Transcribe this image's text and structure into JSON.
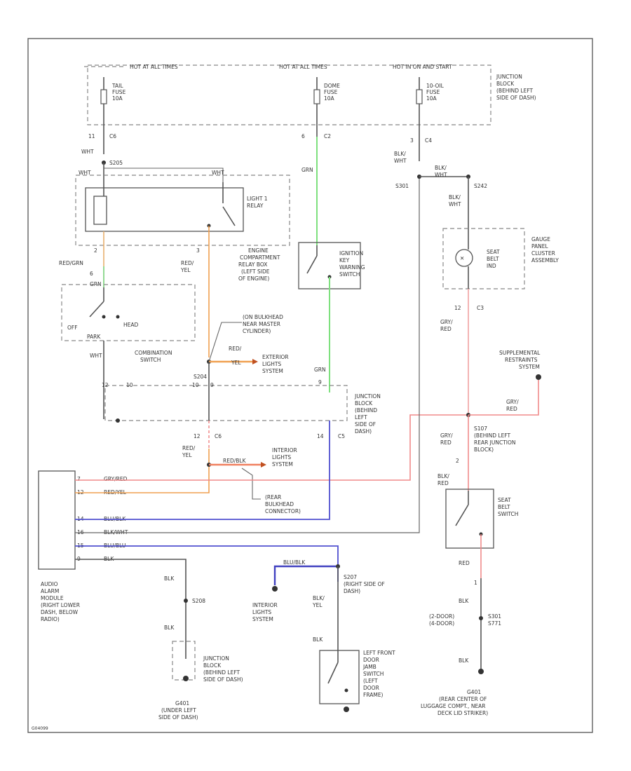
{
  "fuse_bar": {
    "hot_a": "HOT AT ALL TIMES",
    "hot_b": "HOT AT ALL TIMES",
    "hot_c": "HOT IN ON AND START",
    "junction_block": [
      "JUNCTION",
      "BLOCK",
      "(BEHIND LEFT",
      "SIDE OF DASH)"
    ]
  },
  "fuses": [
    {
      "label": [
        "TAIL",
        "FUSE",
        "10A"
      ],
      "pin": "11",
      "conn": "C6"
    },
    {
      "label": [
        "DOME",
        "FUSE",
        "10A"
      ],
      "pin": "6",
      "conn": "C2"
    },
    {
      "label": [
        "10-OIL",
        "FUSE",
        "10A"
      ],
      "pin": "3",
      "conn": "C4"
    }
  ],
  "wires": {
    "wht_top": "WHT",
    "s205": "S205",
    "relay_wht_a": "WHT",
    "relay_wht_b": "WHT",
    "relay_pin_2": "2",
    "relay_pin_3": "3",
    "red_grn": "RED/GRN",
    "grn_left": "GRN",
    "pin_6": "6",
    "red_yel_1": [
      "RED/",
      "YEL"
    ],
    "grn_dome": "GRN",
    "blk_wht_1": [
      "BLK/",
      "WHT"
    ],
    "s301": "S301",
    "blk_wht_2": [
      "BLK/",
      "WHT"
    ],
    "s242": "S242",
    "blk_wht_3": [
      "BLK/",
      "WHT"
    ],
    "pin_10": "10",
    "pin_9": "9",
    "combo_wht": "WHT",
    "red_yel_ext": [
      "RED/",
      "YEL"
    ],
    "grn_mid": "GRN",
    "s204": "S204",
    "pin_12": "12",
    "pin_10b": "10",
    "pin_9b": "9",
    "c6_pin": "12",
    "c6": "C6",
    "red_yel_2": [
      "RED/",
      "YEL"
    ],
    "red_blk": "RED/BLK",
    "c5_pin": "14",
    "c5": "C5",
    "grn_red_1": [
      "GRY/",
      "RED"
    ],
    "grn_red_2": [
      "GRY/",
      "RED"
    ],
    "grn_red_3": [
      "GRY/",
      "RED"
    ],
    "pin_12c": "12",
    "c3": "C3",
    "s107": "S107",
    "s107_desc": [
      "(BEHIND LEFT",
      "REAR JUNCTION",
      "BLOCK)"
    ],
    "pin_2": "2",
    "blk_red": [
      "BLK/",
      "RED"
    ],
    "red_bot": "RED",
    "pin_1": "1",
    "blk_r1": "BLK",
    "s301b": [
      "S301",
      "S771"
    ],
    "blk_r2": "BLK",
    "doors": [
      "(2-DOOR)",
      "(4-DOOR)"
    ],
    "blu_blk_int": "BLU/BLK",
    "s207": "S207",
    "s207_desc": [
      "(RIGHT SIDE OF",
      "DASH)"
    ],
    "blk_yel": [
      "BLK/",
      "YEL"
    ],
    "blk_dl": "BLK",
    "blk_gnd1": "BLK",
    "s208": "S208",
    "blk_gnd2": "BLK"
  },
  "components": {
    "light_relay": [
      "LIGHT 1",
      "RELAY"
    ],
    "engine_relay_box": [
      "ENGINE",
      "COMPARTMENT",
      "RELAY BOX",
      "(LEFT SIDE",
      "OF ENGINE)"
    ],
    "ignition_key": [
      "IGNITION",
      "KEY",
      "WARNING",
      "SWITCH"
    ],
    "combo_off": "OFF",
    "combo_park": "PARK",
    "combo_head": "HEAD",
    "combo_switch": [
      "COMBINATION",
      "SWITCH"
    ],
    "master_cyl_note": [
      "(ON BULKHEAD",
      "NEAR MASTER",
      "CYLINDER)"
    ],
    "exterior_lights": [
      "EXTERIOR",
      "LIGHTS",
      "SYSTEM"
    ],
    "junction_block_mid": [
      "JUNCTION",
      "BLOCK",
      "(BEHIND",
      "LEFT",
      "SIDE OF",
      "DASH)"
    ],
    "interior_lights_1": [
      "INTERIOR",
      "LIGHTS",
      "SYSTEM"
    ],
    "rear_bulkhead": [
      "(REAR",
      "BULKHEAD",
      "CONNECTOR)"
    ],
    "gauge_assembly": [
      "GAUGE",
      "PANEL",
      "CLUSTER",
      "ASSEMBLY"
    ],
    "seat_belt_ind": [
      "SEAT",
      "BELT",
      "IND"
    ],
    "supplemental": [
      "SUPPLEMENTAL",
      "RESTRAINTS",
      "SYSTEM"
    ],
    "seat_belt_switch": [
      "SEAT",
      "BELT",
      "SWITCH"
    ],
    "audio_alarm": [
      "AUDIO",
      "ALARM",
      "MODULE",
      "(RIGHT LOWER",
      "DASH, BELOW",
      "RADIO)"
    ],
    "interior_lights_2": [
      "INTERIOR",
      "LIGHTS",
      "SYSTEM"
    ],
    "left_door_switch": [
      "LEFT FRONT",
      "DOOR",
      "JAMB",
      "SWITCH",
      "(LEFT",
      "DOOR",
      "FRAME)"
    ],
    "junction_block_gnd": [
      "JUNCTION",
      "BLOCK",
      "(BEHIND LEFT",
      "SIDE OF DASH)"
    ],
    "g401": [
      "G401",
      "(UNDER LEFT",
      "SIDE OF DASH)"
    ],
    "g401_trunk": [
      "G401",
      "(REAR CENTER OF",
      "LUGGAGE COMPT., NEAR",
      "DECK LID STRIKER)"
    ]
  },
  "module_pins": [
    {
      "pin": "7",
      "wire": "GRY/RED"
    },
    {
      "pin": "12",
      "wire": "RED/YEL"
    },
    {
      "pin": "14",
      "wire": "BLU/BLK"
    },
    {
      "pin": "16",
      "wire": "BLK/WHT"
    },
    {
      "pin": "15",
      "wire": "BLU/BLU"
    },
    {
      "pin": "9",
      "wire": "BLK"
    }
  ],
  "footer_code": "G04099"
}
